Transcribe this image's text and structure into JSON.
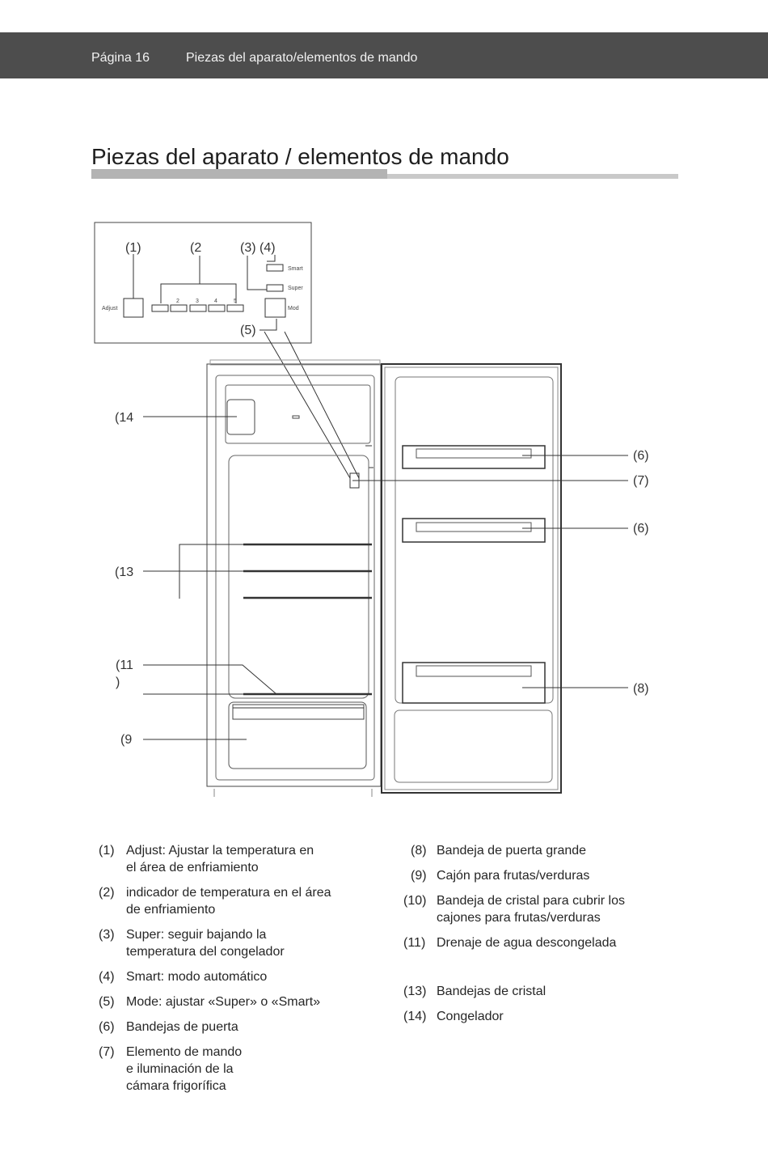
{
  "header": {
    "page": "Página 16",
    "section": "Piezas del aparato/elementos de mando"
  },
  "title": "Piezas del aparato / elementos de mando",
  "diagram": {
    "panel": {
      "callouts": {
        "c1": "(1)",
        "c2": "(2",
        "c3": "(3) (4)",
        "c5": "(5)"
      },
      "labels": {
        "adjust": "Adjust",
        "smart": "Smart",
        "super": "Super",
        "mod": "Mod"
      },
      "indicator_numbers": [
        "2",
        "3",
        "4",
        "5"
      ]
    },
    "callouts_left": {
      "c14": "(14",
      "c13": "(13",
      "c11a": "(11",
      "c11b": ")",
      "c9": "(9"
    },
    "callouts_right": {
      "c6a": "(6)",
      "c7": "(7)",
      "c6b": "(6)",
      "c8": "(8)"
    }
  },
  "legend_left": [
    {
      "num": "(1)",
      "lines": [
        "Adjust: Ajustar la temperatura en",
        "el área de enfriamiento"
      ]
    },
    {
      "num": "(2)",
      "lines": [
        "indicador de temperatura en el área",
        "de enfriamiento"
      ]
    },
    {
      "num": "(3)",
      "lines": [
        "Super: seguir bajando la",
        "temperatura del congelador"
      ]
    },
    {
      "num": "(4)",
      "lines": [
        "Smart: modo automático"
      ]
    },
    {
      "num": "(5)",
      "lines": [
        "Mode: ajustar «Super» o «Smart»"
      ]
    },
    {
      "num": "(6)",
      "lines": [
        "Bandejas de puerta"
      ]
    },
    {
      "num": "(7)",
      "lines": [
        "Elemento de mando",
        "e iluminación de la",
        "cámara frigorífica"
      ]
    }
  ],
  "legend_right": [
    {
      "num": "(8)",
      "lines": [
        "Bandeja de puerta grande"
      ]
    },
    {
      "num": "(9)",
      "lines": [
        "Cajón para frutas/verduras"
      ]
    },
    {
      "num": "(10)",
      "lines": [
        "Bandeja de cristal para cubrir los",
        "cajones para frutas/verduras"
      ]
    },
    {
      "num": "(11)",
      "lines": [
        "Drenaje de agua descongelada"
      ]
    },
    {
      "num": "(13)",
      "lines": [
        "Bandejas de cristal"
      ]
    },
    {
      "num": "(14)",
      "lines": [
        "Congelador"
      ]
    }
  ]
}
